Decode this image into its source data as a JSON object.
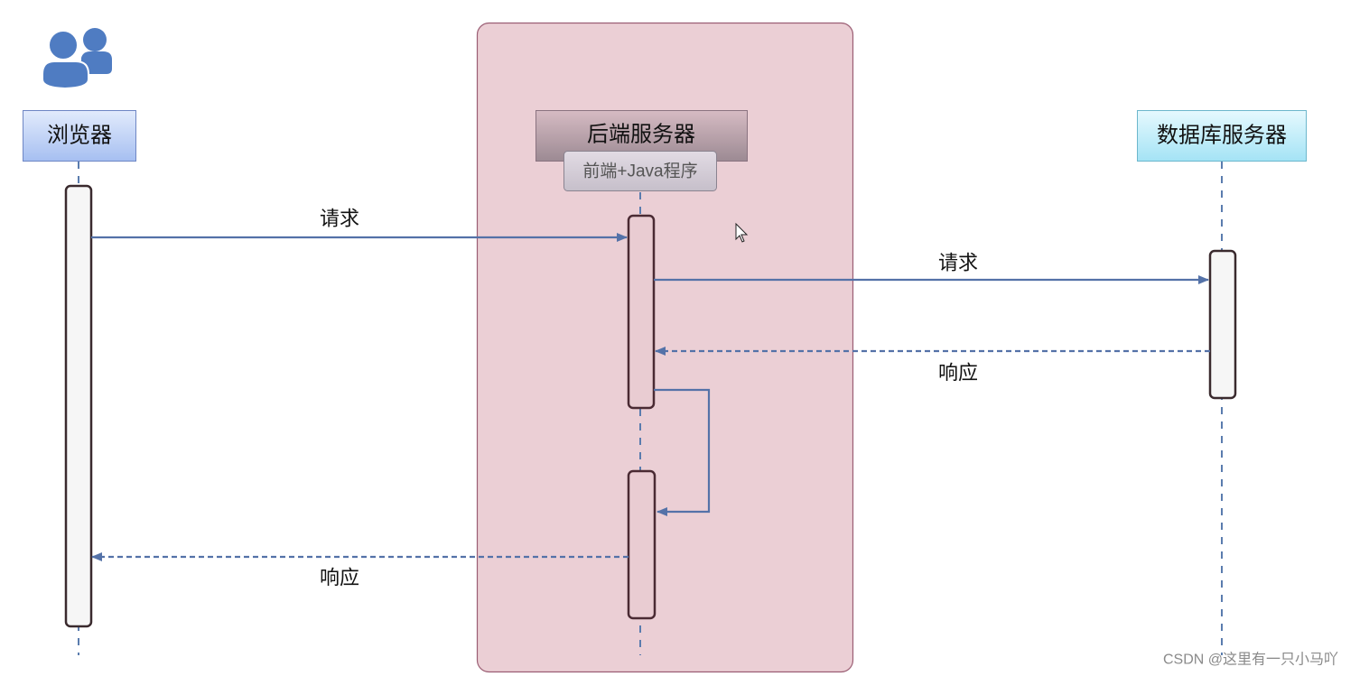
{
  "diagram": {
    "icons": {
      "users": "users-icon",
      "cursor": "cursor-icon"
    },
    "participants": {
      "browser": {
        "label": "浏览器"
      },
      "backend": {
        "label": "后端服务器",
        "sublabel": "前端+Java程序"
      },
      "database": {
        "label": "数据库服务器"
      }
    },
    "messages": [
      {
        "label": "请求",
        "style": "solid"
      },
      {
        "label": "请求",
        "style": "solid"
      },
      {
        "label": "响应",
        "style": "dashed"
      },
      {
        "label": "响应",
        "style": "dashed"
      }
    ]
  },
  "watermark": "CSDN @这里有一只小马吖",
  "colors": {
    "arrow": "#5472a8",
    "container_fill": "#ebcfd5",
    "container_border": "#9b5e74",
    "browser_box": "#b9cdf4",
    "backend_box": "#b59ca6",
    "database_box": "#bdebf8",
    "users_icon": "#4f7cc2",
    "watermark": "#8a8a8a"
  }
}
